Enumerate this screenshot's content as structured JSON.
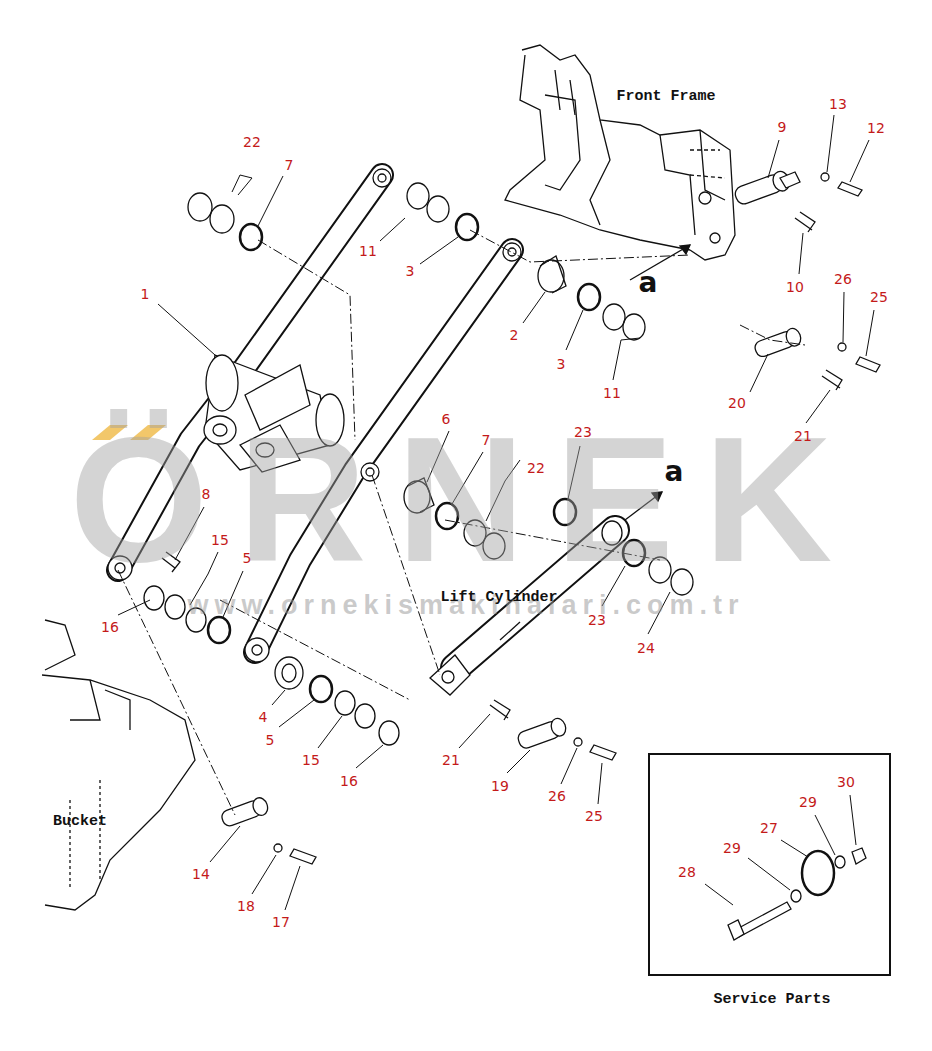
{
  "diagram": {
    "nodes": [
      {
        "text": [
          "30",
          "29",
          "27",
          "29",
          "28",
          "Service Parts"
        ]
      }
    ],
    "edges": [],
    "labels": [
      "ÖRNEK",
      "www.ornekismakinalari.com.tr",
      "Front Frame",
      "Lift Cylinder",
      "Bucket",
      "a",
      "a",
      "22",
      "7",
      "11",
      "3",
      "1",
      "9",
      "13",
      "12",
      "10",
      "26",
      "25",
      "2",
      "3",
      "11",
      "20",
      "21",
      "6",
      "7",
      "23",
      "22",
      "8",
      "15",
      "5",
      "16",
      "23",
      "24",
      "4",
      "5",
      "15",
      "16",
      "21",
      "19",
      "26",
      "25",
      "14",
      "18",
      "17"
    ]
  }
}
